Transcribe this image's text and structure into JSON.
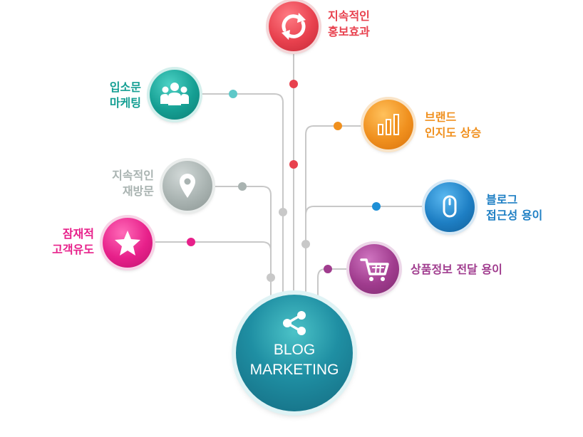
{
  "hub": {
    "line1": "BLOG",
    "line2": "MARKETING",
    "icon": "share-icon"
  },
  "branches": [
    {
      "id": "continuous-promotion",
      "icon": "refresh-icon",
      "color": "#e8414e",
      "line1": "지속적인",
      "line2": "홍보효과"
    },
    {
      "id": "word-of-mouth",
      "icon": "people-icon",
      "color": "#159f93",
      "line1": "입소문",
      "line2": "마케팅"
    },
    {
      "id": "brand-awareness",
      "icon": "bar-chart-icon",
      "color": "#f0901e",
      "line1": "브랜드",
      "line2": "인지도 상승"
    },
    {
      "id": "revisit",
      "icon": "location-pin-icon",
      "color": "#a9b3b1",
      "line1": "지속적인",
      "line2": "재방문"
    },
    {
      "id": "blog-access",
      "icon": "mouse-icon",
      "color": "#1e7fc4",
      "line1": "블로그",
      "line2": "접근성 용이"
    },
    {
      "id": "potential-customer",
      "icon": "star-icon",
      "color": "#e7208a",
      "line1": "잠재적",
      "line2": "고객유도"
    },
    {
      "id": "product-info",
      "icon": "cart-icon",
      "color": "#a03c8e",
      "line1": "상품정보 전달 용이",
      "line2": ""
    }
  ]
}
